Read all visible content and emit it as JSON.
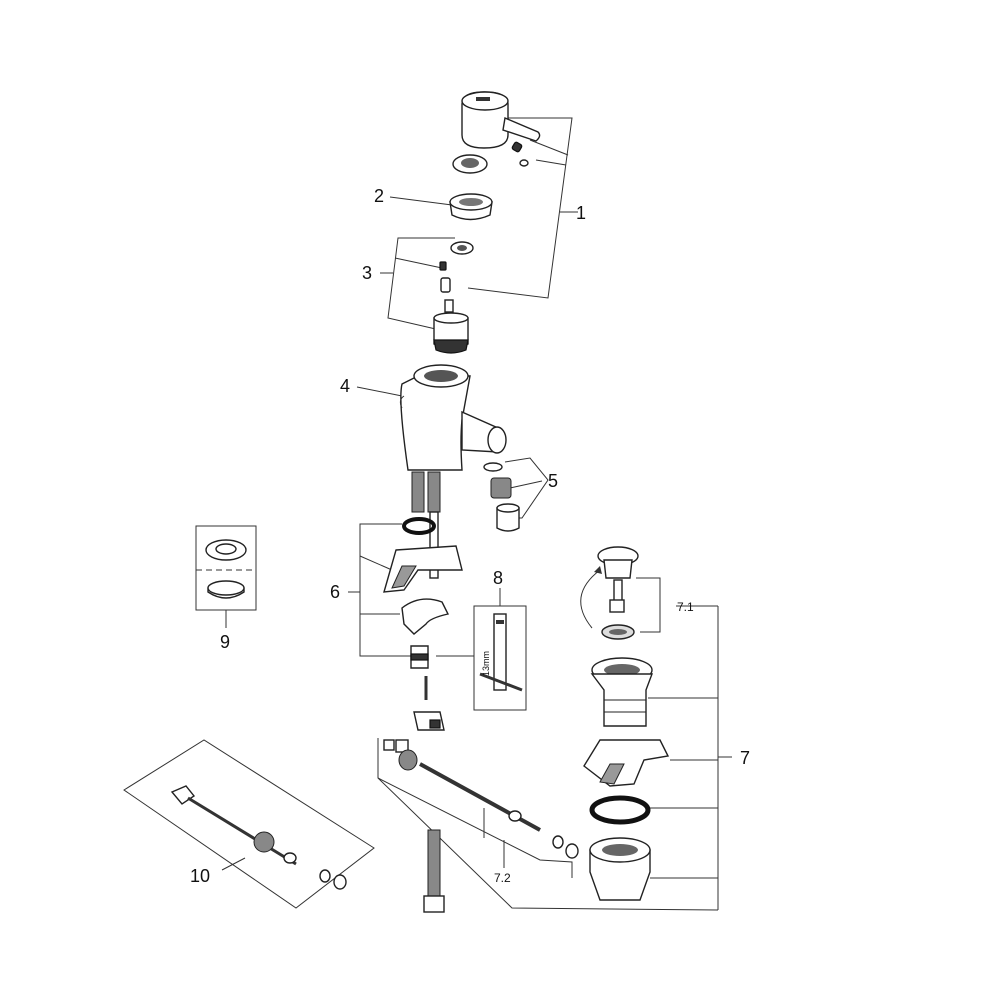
{
  "callouts": {
    "c1": "1",
    "c2": "2",
    "c3": "3",
    "c4": "4",
    "c5": "5",
    "c6": "6",
    "c7": "7",
    "c7_1": "7.1",
    "c7_2": "7.2",
    "c8": "8",
    "c9": "9",
    "c10": "10"
  },
  "tool_label": "13mm"
}
